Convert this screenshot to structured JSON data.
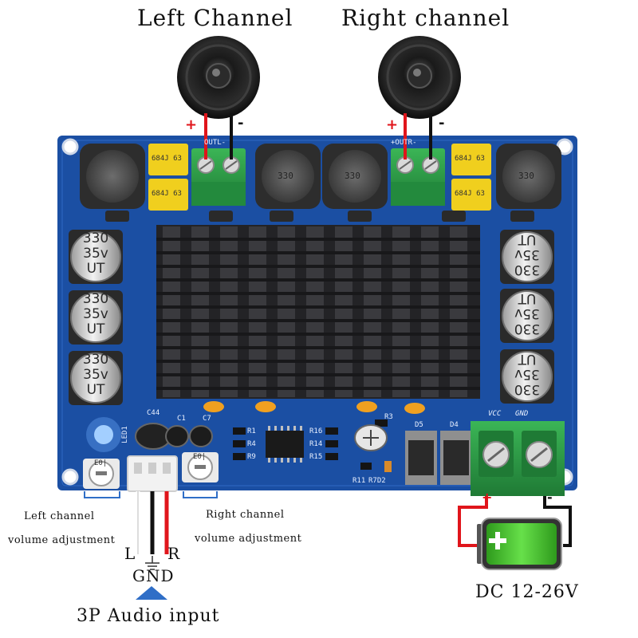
{
  "labels": {
    "left_channel": "Left Channel",
    "right_channel": "Right channel",
    "left_volume_line1": "Left channel",
    "left_volume_line2": "volume adjustment",
    "right_volume_line1": "Right channel",
    "right_volume_line2": "volume adjustment",
    "audio_l": "L",
    "audio_r": "R",
    "gnd": "GND",
    "audio_input": "3P Audio input",
    "dc_supply": "DC 12-26V",
    "plus": "+",
    "minus": "-"
  },
  "board": {
    "outl": "OUTL-",
    "outr": "+OUTR-",
    "vcc": "VCC",
    "gnd": "GND",
    "inductor": "330",
    "cap_line1": "330",
    "cap_line2": "35v",
    "cap_line3": "UT",
    "film_cap": "684J 63",
    "pot_code": "E0|",
    "resistors": [
      "R1",
      "R4",
      "R9",
      "R16",
      "R14",
      "R15",
      "R3",
      "R11",
      "R7D2"
    ],
    "diodes": [
      "D5",
      "D4"
    ],
    "caps": [
      "C44",
      "C1",
      "C7"
    ],
    "led": "LED1"
  },
  "colors": {
    "pcb_blue": "#1b4fa3",
    "heatsink": "#2b2b2e",
    "wire_red": "#e0151b",
    "wire_black": "#111111",
    "terminal_green": "#2f9b45",
    "film_cap_yellow": "#f0cf1e",
    "arrow_blue": "#2f6ec7",
    "battery_green": "#3fbf2a"
  },
  "icons": [
    "speaker-icon",
    "battery-icon",
    "up-arrow-icon",
    "ground-icon"
  ]
}
